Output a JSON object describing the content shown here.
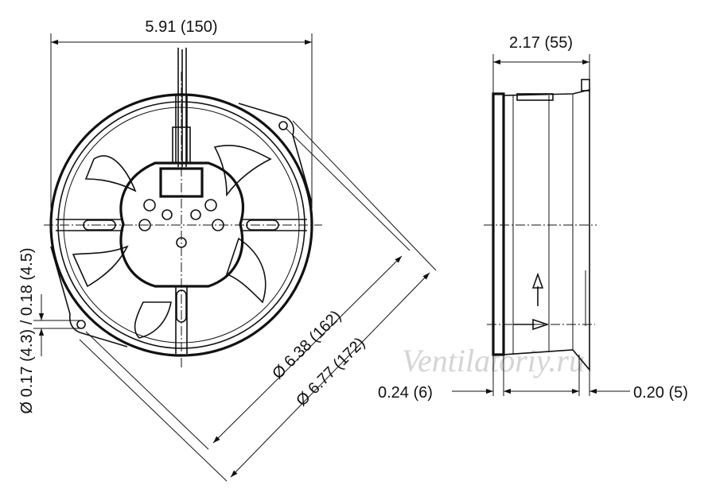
{
  "watermark": "Ventilatoriy.ru",
  "front_view": {
    "width_dim": "5.91 (150)",
    "hole_dim": "Ø 0.17 (4.3) / 0.18 (4.5)",
    "diag_inner_dim": "Ø 6.38 (162)",
    "diag_outer_dim": "Ø 6.77 (172)"
  },
  "side_view": {
    "depth_dim": "2.17 (55)",
    "left_flange_dim": "0.24 (6)",
    "right_flange_dim": "0.20 (5)"
  },
  "colors": {
    "line": "#111111",
    "watermark": "#d4d4d4"
  }
}
